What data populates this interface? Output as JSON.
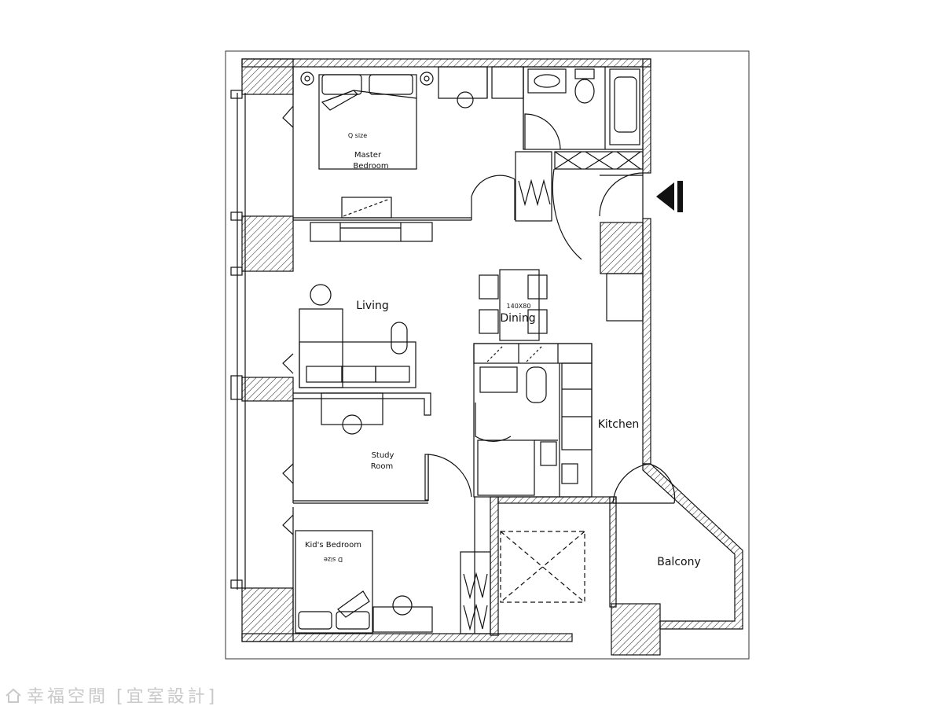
{
  "rooms": {
    "master_bedroom_line1": "Master",
    "master_bedroom_line2": "Bedroom",
    "master_bed_size": "Q size",
    "living": "Living",
    "dining": "Dining",
    "dining_table_size": "140X80",
    "kitchen": "Kitchen",
    "study_line1": "Study",
    "study_line2": "Room",
    "kids_bedroom": "Kid's Bedroom",
    "kids_bed_size": "D size",
    "balcony": "Balcony"
  },
  "watermark": {
    "brand": "幸福空間",
    "designer": "[宜室設計]"
  },
  "colors": {
    "line": "#111111",
    "watermark": "#c9c9c9"
  },
  "icons": {
    "entrance": "entrance-arrow-icon",
    "watermark": "house-logo-icon"
  }
}
